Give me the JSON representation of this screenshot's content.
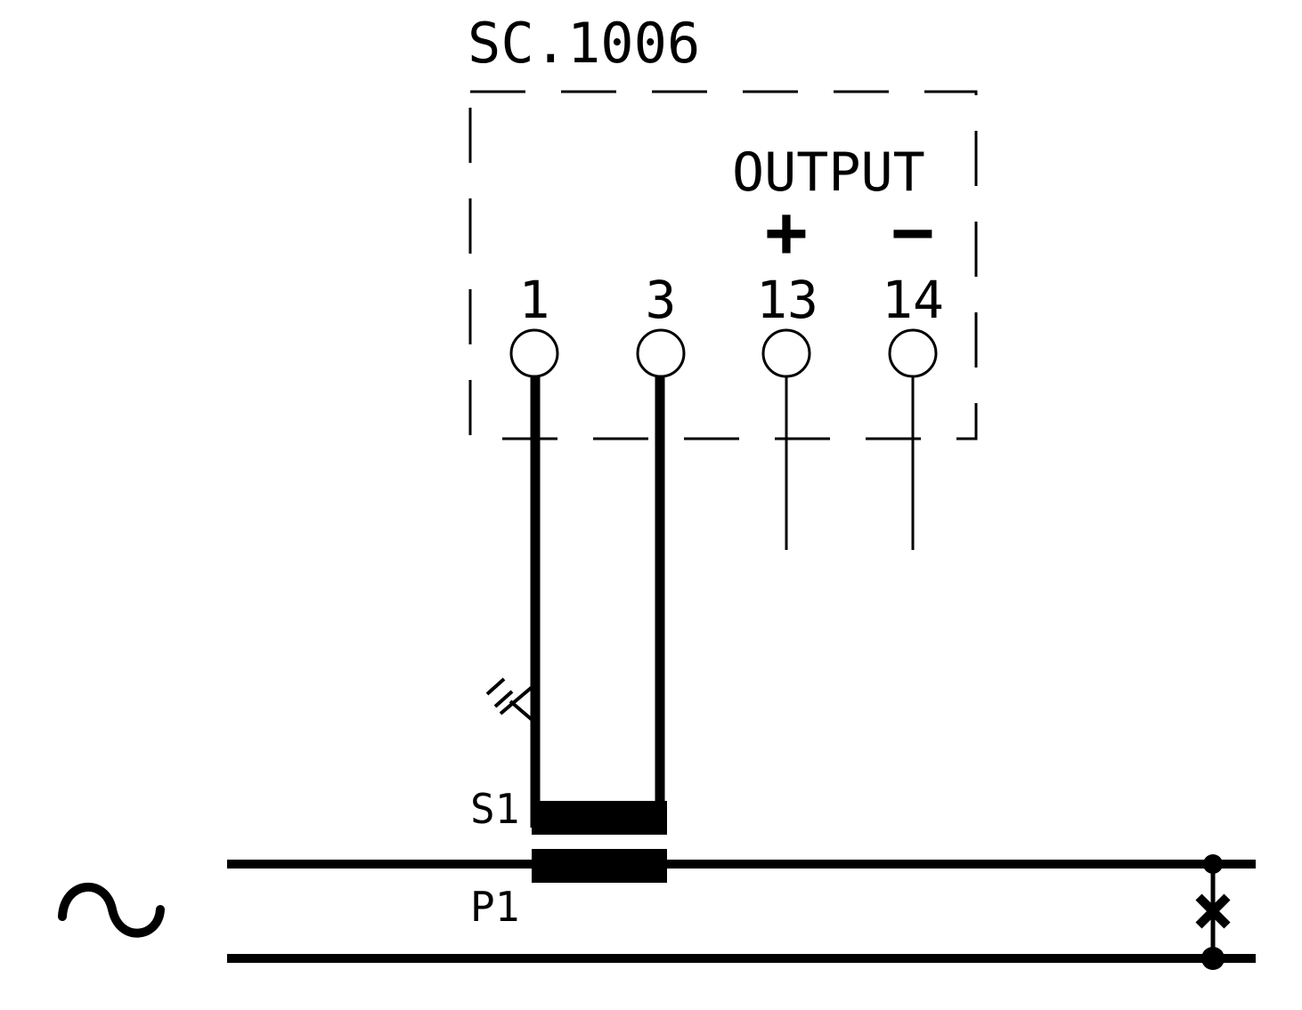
{
  "device": {
    "model_label": "SC.1006",
    "output_label": "OUTPUT",
    "plus_symbol": "+",
    "minus_symbol": "−"
  },
  "terminals": [
    {
      "id": "t1",
      "label": "1"
    },
    {
      "id": "t3",
      "label": "3"
    },
    {
      "id": "t13",
      "label": "13"
    },
    {
      "id": "t14",
      "label": "14"
    }
  ],
  "transformer": {
    "secondary_label": "S1",
    "primary_label": "P1"
  },
  "source": {
    "symbol": "~"
  },
  "colors": {
    "ink": "#000000",
    "background": "#ffffff"
  }
}
